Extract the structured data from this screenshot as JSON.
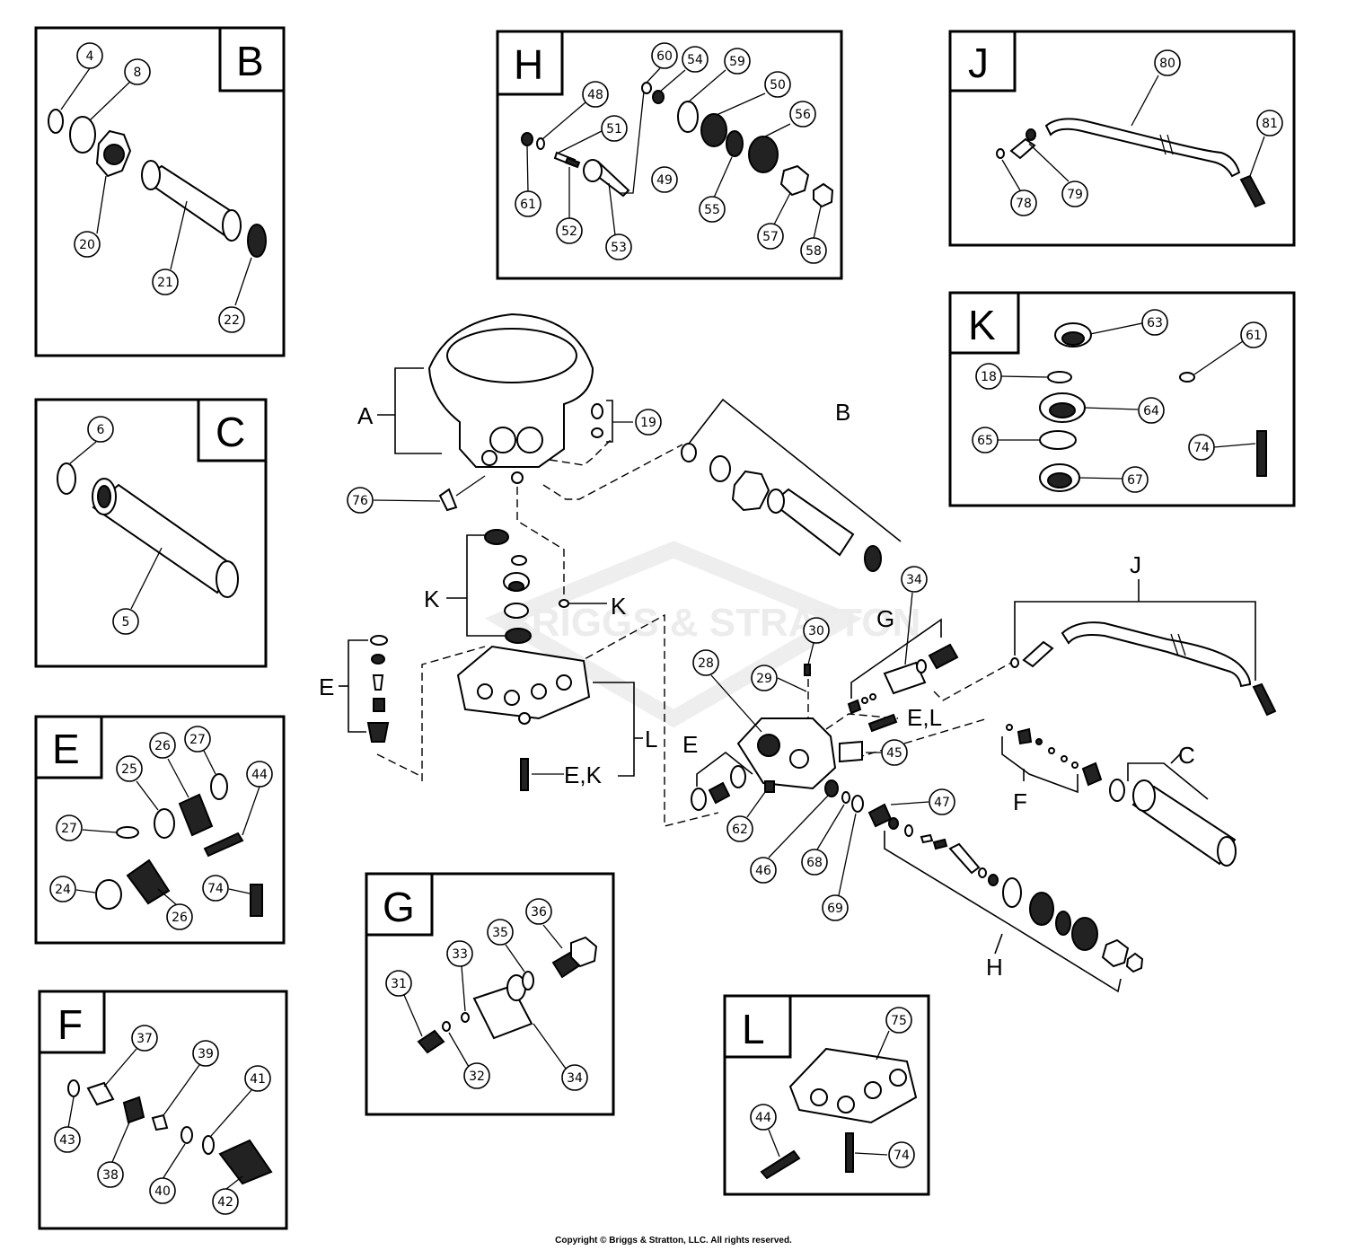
{
  "copyright": "Copyright © Briggs & Stratton, LLC. All rights reserved.",
  "watermark": "BRIGGS & STRATTON",
  "panels": [
    {
      "id": "B",
      "callouts": [
        "4",
        "8",
        "20",
        "21",
        "22"
      ]
    },
    {
      "id": "H",
      "callouts": [
        "60",
        "54",
        "59",
        "50",
        "48",
        "51",
        "56",
        "61",
        "49",
        "52",
        "53",
        "55",
        "57",
        "58"
      ]
    },
    {
      "id": "J",
      "callouts": [
        "80",
        "81",
        "78",
        "79"
      ]
    },
    {
      "id": "K",
      "callouts": [
        "63",
        "61",
        "18",
        "64",
        "65",
        "74",
        "67"
      ]
    },
    {
      "id": "C",
      "callouts": [
        "6",
        "5"
      ]
    },
    {
      "id": "E",
      "callouts": [
        "26",
        "27",
        "25",
        "44",
        "27",
        "24",
        "26",
        "74"
      ]
    },
    {
      "id": "F",
      "callouts": [
        "37",
        "39",
        "41",
        "43",
        "38",
        "40",
        "42"
      ]
    },
    {
      "id": "G",
      "callouts": [
        "36",
        "35",
        "33",
        "31",
        "32",
        "34"
      ]
    },
    {
      "id": "L",
      "callouts": [
        "75",
        "44",
        "74"
      ]
    }
  ],
  "main_callouts": [
    "19",
    "76",
    "34",
    "30",
    "28",
    "29",
    "45",
    "47",
    "62",
    "46",
    "68",
    "69"
  ],
  "group_labels": [
    "A",
    "B",
    "K",
    "K",
    "E",
    "L",
    "E,K",
    "G",
    "E,L",
    "J",
    "E",
    "C",
    "F",
    "H"
  ]
}
